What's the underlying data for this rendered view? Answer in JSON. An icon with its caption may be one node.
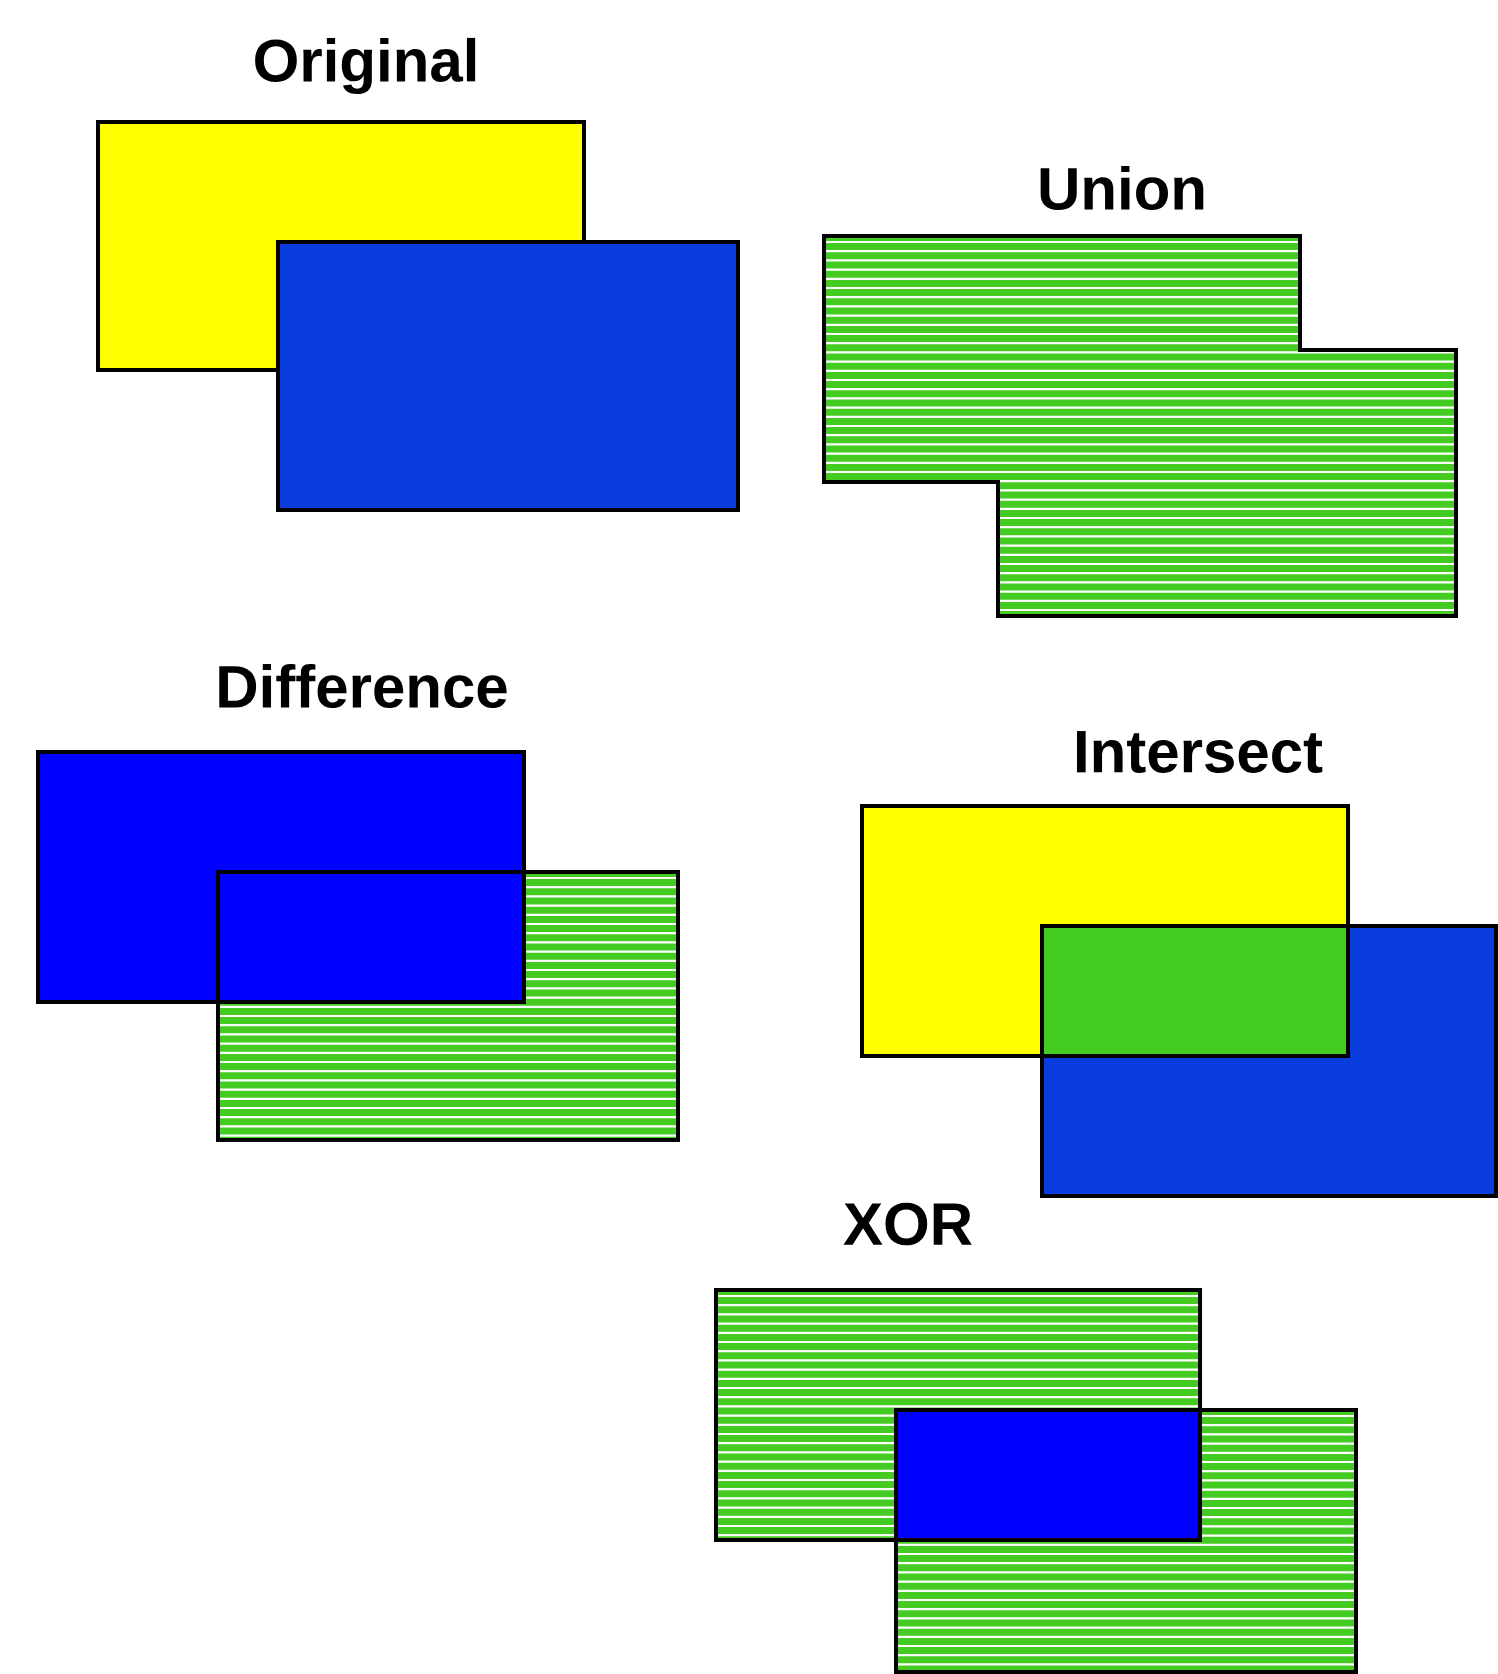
{
  "diagram": {
    "labels": [
      "Original",
      "Union",
      "Difference",
      "Intersect",
      "XOR"
    ]
  }
}
